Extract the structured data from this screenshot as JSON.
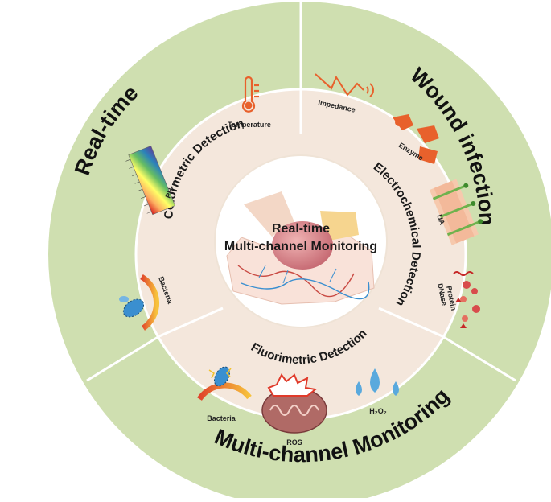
{
  "center": {
    "line1": "Real-time",
    "line2": "Multi-channel Monitoring"
  },
  "outer_ring": {
    "left": "Real-time",
    "right": "Wound infection",
    "bottom": "Multi-channel Monitoring"
  },
  "middle_ring": {
    "colorimetric": "Colormetric Detection",
    "electrochemical": "Electrochemical Detection",
    "fluorimetric": "Fluorimetric Detection"
  },
  "items": {
    "temperature": "Temperature",
    "ph": "PH",
    "bacteria_colorimetric": "Bacteria",
    "impedance": "Impedance",
    "enzyme": "Enzyme",
    "ua": "UA",
    "protein": "Protein",
    "dnase": "DNase",
    "bacteria_fluorimetric": "Bacteria",
    "ros": "ROS",
    "h2o2": "H₂O₂"
  },
  "colors": {
    "outer_ring": "#cfdfb0",
    "middle_ring": "#f4e7dc",
    "inner_circle": "#ffffff",
    "divider": "#ffffff",
    "accent_orange": "#e8612c",
    "accent_blue": "#3a8fd0"
  }
}
